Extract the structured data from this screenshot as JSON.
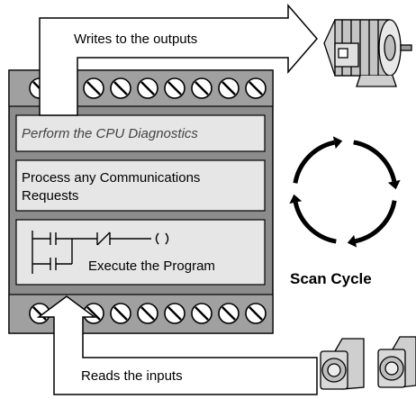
{
  "plc": {
    "blocks": [
      {
        "id": "diagnostics",
        "text": "Perform the CPU Diagnostics",
        "italic": true
      },
      {
        "id": "communications",
        "line1": "Process any Communications",
        "line2": "Requests"
      },
      {
        "id": "program",
        "text": "Execute the Program"
      }
    ],
    "terminals_top": 9,
    "terminals_bottom": 9
  },
  "arrows": {
    "outputs_label": "Writes to the outputs",
    "inputs_label": "Reads the inputs"
  },
  "cycle": {
    "label": "Scan Cycle"
  },
  "devices": {
    "output_icon": "motor-icon",
    "input_icons": [
      "pushbutton-icon",
      "pushbutton-icon"
    ]
  },
  "colors": {
    "plc_body": "#8c8c8c",
    "panel": "#e6e6e6",
    "terminal_strip": "#9a9a9a"
  }
}
